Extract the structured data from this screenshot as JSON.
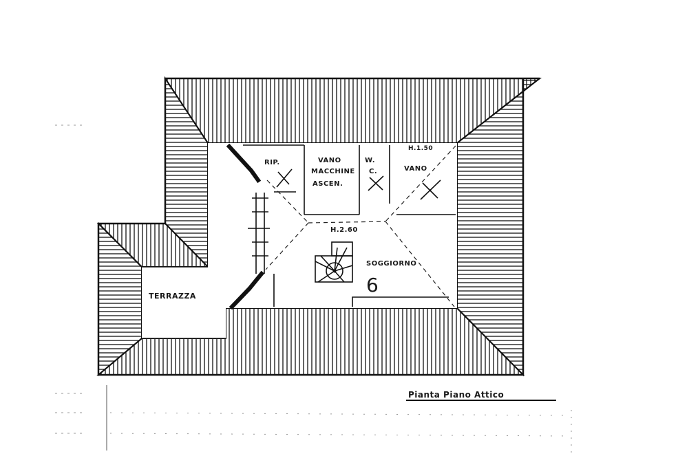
{
  "plan": {
    "title": "Pianta Piano Attico",
    "rooms": {
      "rip": "RIP.",
      "vano_macchine_line1": "VANO",
      "vano_macchine_line2": "MACCHINE",
      "vano_macchine_line3": "ASCEN.",
      "vc_line1": "W.",
      "vc_line2": "C.",
      "vano": "VANO",
      "soggiorno": "SOGGIORNO",
      "terrazza": "TERRAZZA"
    },
    "heights": {
      "top_right": "H.1.50",
      "center": "H.2.60"
    },
    "room_number": "6"
  }
}
